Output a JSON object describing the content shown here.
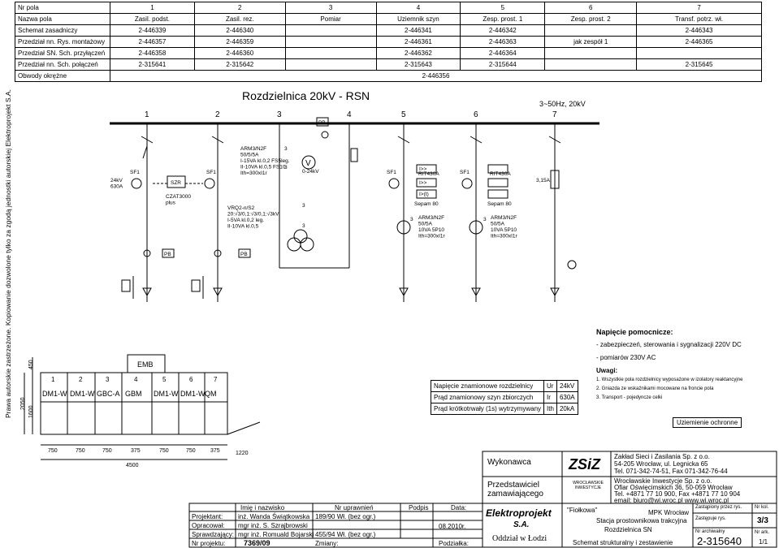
{
  "side_note": "Prawa autorskie zastrzeżone. Kopiowanie dozwolone tylko za zgodą jednostki autorskiej Elektroprojekt S.A.",
  "header_table": {
    "columns": [
      "Nr pola",
      "1",
      "2",
      "3",
      "4",
      "5",
      "6",
      "7"
    ],
    "rows": [
      {
        "label": "Nazwa pola",
        "cells": [
          "Zasil. podst.",
          "Zasil. rez.",
          "Pomiar",
          "Uziemnik szyn",
          "Zesp. prost. 1",
          "Zesp. prost. 2",
          "Transf. potrz. wł."
        ]
      },
      {
        "label": "Schemat zasadniczy",
        "cells": [
          "2-446339",
          "2-446340",
          "",
          "2-446341",
          "2-446342",
          "",
          "2-446343"
        ]
      },
      {
        "label": "Przedział nn. Rys. montażowy",
        "cells": [
          "2-446357",
          "2-446359",
          "",
          "2-446361",
          "2-446363",
          "jak zespół 1",
          "2-446365"
        ]
      },
      {
        "label": "Przedział SN. Sch. przyłączeń",
        "cells": [
          "2-446358",
          "2-446360",
          "",
          "2-446362",
          "2-446364",
          "",
          ""
        ]
      },
      {
        "label": "Przedział nn. Sch. połączeń",
        "cells": [
          "2-315641",
          "2-315642",
          "",
          "2-315643",
          "2-315644",
          "",
          "2-315645"
        ]
      },
      {
        "label": "Obwody okrężne",
        "cells": [
          "2-446356"
        ]
      }
    ]
  },
  "diagram": {
    "title": "Rozdzielnica 20kV - RSN",
    "supply": "3~50Hz, 20kV",
    "bay_numbers": [
      "1",
      "2",
      "3",
      "4",
      "5",
      "6",
      "7"
    ],
    "bus_count": "3",
    "labels": {
      "rating": "24kV\n630A",
      "sf1_a": "SF1",
      "sf1_b": "SF1",
      "sf1_c": "SF1",
      "sf1_d": "SF1",
      "szr": "SZR",
      "czat": "CZAT3000\nplus",
      "pb_1": "PB",
      "pb_2": "PB",
      "pb_top": "PB",
      "arm_2": "ARM3/N2F\n50/5/5A\nI-15VA kl.0,2 FS5leg.\nII-10VA kl.0,5 FS10\nIth=300xI1r",
      "vrq": "VRQ2-n/S2\n20:√3/0,1:√3/0,1:√3kV\nI-5VA kl.0,2 leg.\nII-10VA kl.0,5",
      "voltmeter": "V",
      "v_range": "0-24kV",
      "rit_5": "RIT430A",
      "rit_6": "RIT430A",
      "sepam_5": "Sepam 80",
      "sepam_6": "Sepam 80",
      "arm_5": "ARM3/N2F\n50/5A\n10VA 5P10\nIth=300xI1r",
      "arm_6": "ARM3/N2F\n50/5A\n10VA 5P10\nIth=300xI1r",
      "fuse": "3,15A",
      "protect_a": "I>>",
      "protect_b": "I>>",
      "protect_c": "I>(t)"
    }
  },
  "legend": {
    "title": "Napięcie pomocnicze:",
    "items": [
      "- zabezpieczeń, sterowania i sygnalizacji 220V DC",
      "- pomiarów 230V AC"
    ],
    "notes_title": "Uwagi:",
    "notes": [
      "1. Wszystkie pola rozdzielnicy wyposażone w izolatory reaktancyjne",
      "2. Gniazda ze wskaźnikami mocowane na froncie pola",
      "3. Transport - pojedyncze celki"
    ],
    "grounding": "Uziemienie ochronne"
  },
  "ratings_table": [
    {
      "label": "Napięcie znamionowe rozdzielnicy",
      "sym": "Ur",
      "val": "24kV"
    },
    {
      "label": "Prąd znamionowy szyn zbiorczych",
      "sym": "Ir",
      "val": "630A"
    },
    {
      "label": "Prąd krótkotrwały (1s) wytrzymywany",
      "sym": "Ith",
      "val": "20kA"
    }
  ],
  "layout_plan": {
    "emb": "EMB",
    "numbers": [
      "1",
      "2",
      "3",
      "4",
      "5",
      "6",
      "7"
    ],
    "types": [
      "DM1-W",
      "DM1-W",
      "GBC-A",
      "GBM",
      "DM1-W",
      "DM1-W",
      "QM"
    ],
    "widths": [
      "750",
      "750",
      "750",
      "375",
      "750",
      "750",
      "375"
    ],
    "total": "4500",
    "height_a": "450",
    "height_b": "2050",
    "height_c": "1600",
    "depth": "1220"
  },
  "title_block": {
    "wykonawca": "Wykonawca",
    "zamawiajacy": "Przedstawiciel\nzamawiającego",
    "contractor": "Zakład Sieci i Zasilania Sp. z o.o.\n54-205 Wrocław, ul. Legnicka 65\nTel. 071-342-74-51, Fax 071-342-76-44",
    "investor": "Wrocławskie Inwestycje Sp. z o.o.\nOfiar Oświęcimskich 36, 50-059 Wrocław\nTel. +4871 77 10 900, Fax +4871 77 10 904\nemail: biuro@wi.wroc.pl          www.wi.wroc.pl",
    "col_name": "Imię i nazwisko",
    "col_perm": "Nr uprawnień",
    "col_sig": "Podpis",
    "col_date": "Data:",
    "projektant_label": "Projektant:",
    "projektant": "inż. Wanda Świątkowska",
    "projektant_nr": "189/90 Wł. (bez ogr.)",
    "opracowal_label": "Opracował:",
    "opracowal": "mgr inż. S. Szrajbrowski",
    "sprawdzajacy_label": "Sprawdzający:",
    "sprawdzajacy": "mgr inż. Romuald Bojarski",
    "sprawdzajacy_nr": "455/94 Wł. (bez ogr.)",
    "date": "08.2010r.",
    "nr_projektu_label": "Nr projektu:",
    "nr_projektu": "7369/09",
    "zmiany": "Zmiany:",
    "podziałka": "Podziałka:",
    "company": "Elektroprojekt",
    "company_sa": "S.A.",
    "oddzial": "Oddział w Łodzi",
    "object_quote": "\"Fiołkowa\"",
    "object_mpk": "MPK Wrocław",
    "object_line2": "Stacja prostownikowa trakcyjna",
    "object_line3": "Rozdzielnica SN",
    "drawing_title": "Schemat strukturalny i zestawienie",
    "zastapiony": "Zastąpiony przez rys.",
    "zastepuje": "Zastępuje rys.",
    "nr_kol_label": "Nr kol.",
    "nr_kol": "3/3",
    "nr_arch_label": "Nr archiwalny",
    "nr_arch": "2-315640",
    "nr_ark_label": "Nr ark.",
    "nr_ark": "1/1",
    "zsiz_logo": "ZSiZ",
    "wi_logo": "WROCŁAWSKIE INWESTYCJE"
  }
}
